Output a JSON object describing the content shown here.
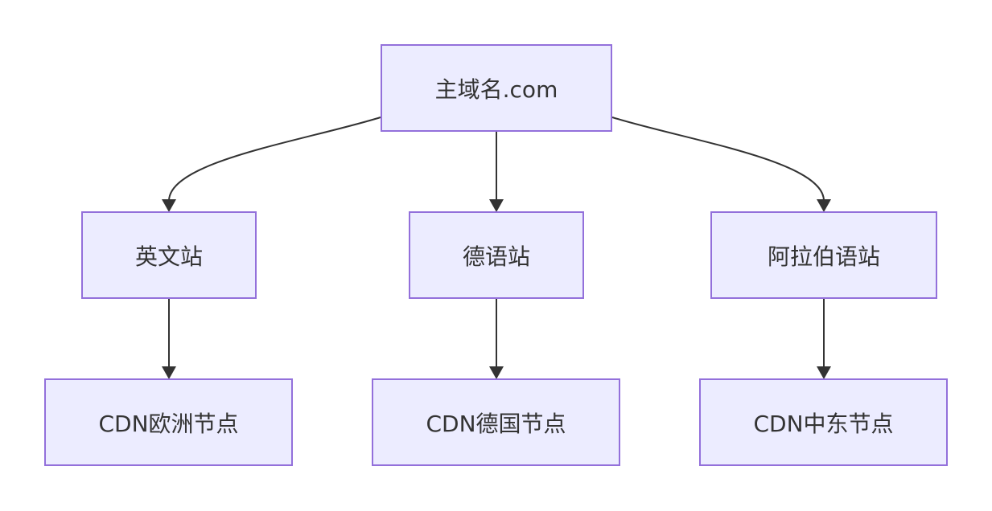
{
  "diagram": {
    "type": "flowchart",
    "direction": "top-down",
    "colors": {
      "node_fill": "#ececff",
      "node_border": "#9370db",
      "edge": "#333333",
      "text": "#333333"
    },
    "nodes": {
      "root": {
        "label": "主域名.com"
      },
      "en": {
        "label": "英文站"
      },
      "de": {
        "label": "德语站"
      },
      "ar": {
        "label": "阿拉伯语站"
      },
      "cdn_eu": {
        "label": "CDN欧洲节点"
      },
      "cdn_de": {
        "label": "CDN德国节点"
      },
      "cdn_me": {
        "label": "CDN中东节点"
      }
    },
    "edges": [
      {
        "from": "root",
        "to": "en"
      },
      {
        "from": "root",
        "to": "de"
      },
      {
        "from": "root",
        "to": "ar"
      },
      {
        "from": "en",
        "to": "cdn_eu"
      },
      {
        "from": "de",
        "to": "cdn_de"
      },
      {
        "from": "ar",
        "to": "cdn_me"
      }
    ]
  }
}
